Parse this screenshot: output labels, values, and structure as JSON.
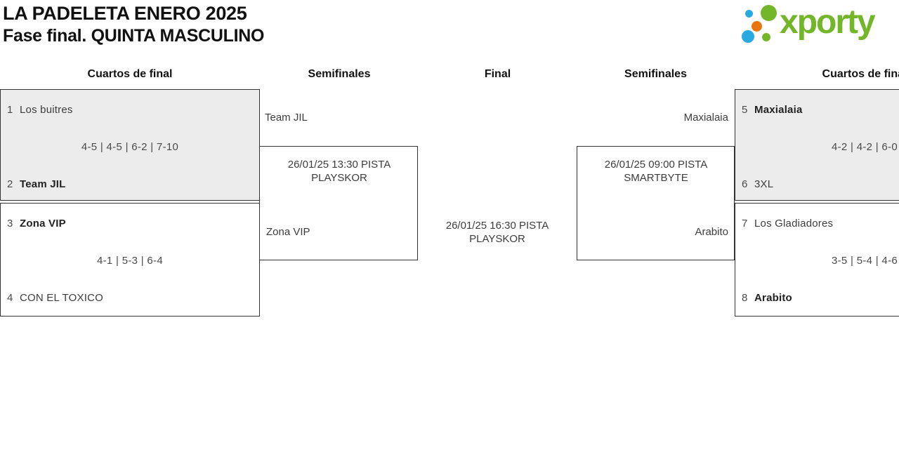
{
  "header": {
    "title": "LA PADELETA ENERO 2025",
    "subtitle": "Fase final. QUINTA MASCULINO"
  },
  "logo": {
    "brand": "xporty",
    "colors": {
      "green": "#74b629",
      "blue": "#29a9e1",
      "orange": "#e8750f"
    }
  },
  "round_headers": {
    "left_quarterfinals": "Cuartos de final",
    "left_semifinals": "Semifinales",
    "final": "Final",
    "right_semifinals": "Semifinales",
    "right_quarterfinals": "Cuartos de final"
  },
  "matches": {
    "qf_left_top": {
      "seed_a": "1",
      "team_a": "Los buitres",
      "score": "4-5 | 4-5 | 6-2 | 7-10",
      "seed_b": "2",
      "team_b": "Team JIL",
      "winner": "Team JIL"
    },
    "qf_left_bottom": {
      "seed_a": "3",
      "team_a": "Zona VIP",
      "score": "4-1 | 5-3 | 6-4",
      "seed_b": "4",
      "team_b": "CON EL TOXICO",
      "winner": "Zona VIP"
    },
    "sf_left": {
      "team_a": "Team JIL",
      "schedule": "26/01/25 13:30 PISTA PLAYSKOR",
      "team_b": "Zona VIP"
    },
    "final": {
      "schedule": "26/01/25 16:30 PISTA PLAYSKOR"
    },
    "sf_right": {
      "team_a": "Maxialaia",
      "schedule": "26/01/25 09:00 PISTA SMARTBYTE",
      "team_b": "Arabito"
    },
    "qf_right_top": {
      "seed_a": "5",
      "team_a": "Maxialaia",
      "score": "4-2 | 4-2 | 6-0",
      "seed_b": "6",
      "team_b": "3XL",
      "winner": "Maxialaia"
    },
    "qf_right_bottom": {
      "seed_a": "7",
      "team_a": "Los Gladiadores",
      "score": "3-5 | 5-4 | 4-6",
      "seed_b": "8",
      "team_b": "Arabito",
      "winner": "Arabito"
    }
  },
  "colors": {
    "match_border": "#333333",
    "shaded_match_bg": "#ececec",
    "text": "#3d3d3d"
  }
}
